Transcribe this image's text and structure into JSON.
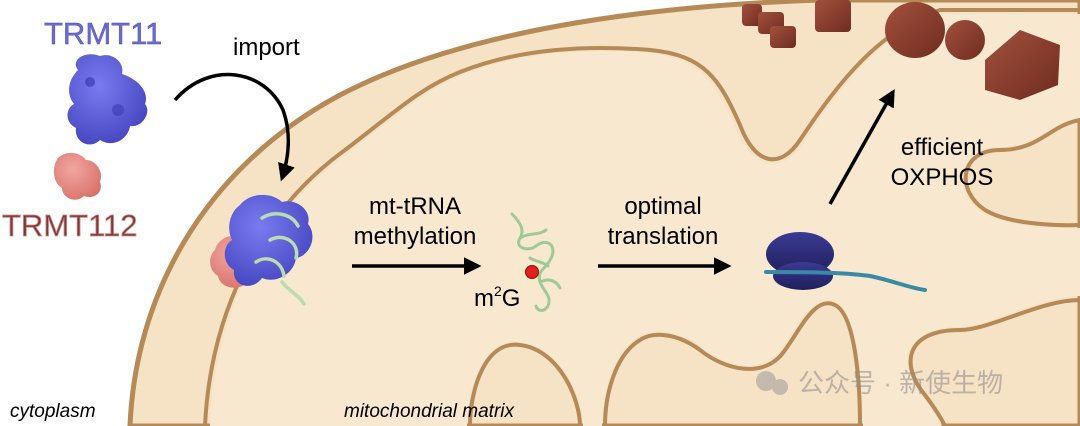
{
  "labels": {
    "trmt11": "TRMT11",
    "trmt112": "TRMT112",
    "import": "import",
    "mt_trna_line1": "mt-tRNA",
    "mt_trna_line2": "methylation",
    "m2g_base": "m",
    "m2g_sup": "2",
    "m2g_tail": "G",
    "optimal_line1": "optimal",
    "optimal_line2": "translation",
    "efficient_line1": "efficient",
    "efficient_line2": "OXPHOS",
    "cytoplasm": "cytoplasm",
    "matrix": "mitochondrial matrix",
    "watermark": "公众号 · 新使生物"
  },
  "colors": {
    "membrane_fill": "#f6e2c5",
    "membrane_stroke": "#b58a57",
    "trmt11_protein": "#5b5bd6",
    "trmt11_label": "#6b6bd0",
    "trmt112_protein": "#e88a84",
    "trmt112_label": "#7b3b3b",
    "trna": "#b9dcb0",
    "methyl_dot": "#e0201c",
    "ribosome": "#2f2f7c",
    "mrna": "#3a8aa6",
    "complex_v": "#8c3a2a"
  }
}
